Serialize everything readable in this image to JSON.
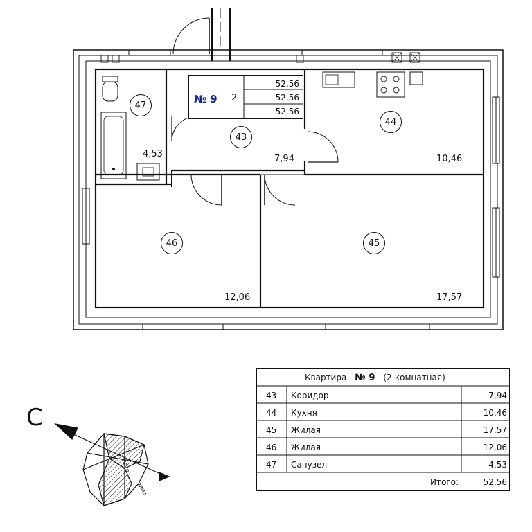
{
  "apartment_badge": {
    "number": "№ 9",
    "rooms": "2",
    "area_1": "52,56",
    "area_2": "52,56",
    "area_3": "52,56"
  },
  "rooms": [
    {
      "id": "43",
      "area": "7,94"
    },
    {
      "id": "44",
      "area": "10,46"
    },
    {
      "id": "45",
      "area": "17,57"
    },
    {
      "id": "46",
      "area": "12,06"
    },
    {
      "id": "47",
      "area": "4,53"
    }
  ],
  "table": {
    "header_prefix": "Квартира",
    "header_number": "№ 9",
    "header_suffix": "(2-комнатная)",
    "rows": [
      {
        "num": "43",
        "name": "Коридор",
        "area": "7,94"
      },
      {
        "num": "44",
        "name": "Кухня",
        "area": "10,46"
      },
      {
        "num": "45",
        "name": "Жилая",
        "area": "17,57"
      },
      {
        "num": "46",
        "name": "Жилая",
        "area": "12,06"
      },
      {
        "num": "47",
        "name": "Санузел",
        "area": "4,53"
      }
    ],
    "total_label": "Итого:",
    "total_value": "52,56"
  },
  "compass": {
    "north_letter": "С",
    "winter_label": "зима",
    "summer_label": "лето"
  }
}
